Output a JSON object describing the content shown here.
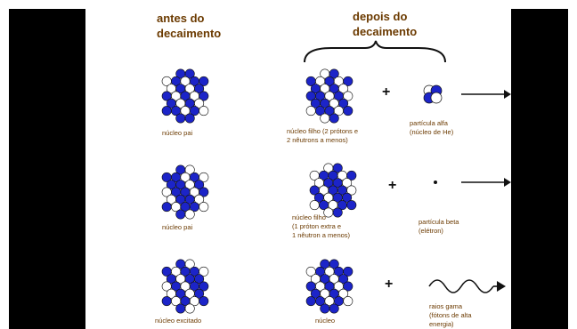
{
  "colors": {
    "proton": "#1c24c8",
    "neutron": "#ffffff",
    "outline": "#111111",
    "label": "#6b3a00",
    "letterbox": "#000000"
  },
  "headers": {
    "before": [
      "antes do",
      "decaimento"
    ],
    "after": [
      "depois do",
      "decaimento"
    ]
  },
  "rows": [
    {
      "parent_label": [
        "núcleo pai"
      ],
      "daughter_label": [
        "núcleo filho (2 prótons e",
        "2 nêutrons a menos)"
      ],
      "particle_icon": "alpha-particle-icon",
      "particle_label": [
        "partícula alfa",
        "(núcleo de He)"
      ]
    },
    {
      "parent_label": [
        "núcleo pai"
      ],
      "daughter_label": [
        "núcleo filho",
        "(1 próton extra e",
        "1 nêutron a menos)"
      ],
      "particle_icon": "electron-dot-icon",
      "particle_label": [
        "partícula beta",
        "(elétron)"
      ]
    },
    {
      "parent_label": [
        "núcleo excitado"
      ],
      "daughter_label": [
        "núcleo"
      ],
      "particle_icon": "wave-icon",
      "particle_label": [
        "raios gama",
        "(fótons de alta",
        "energia)"
      ]
    }
  ],
  "plus_sign": "+"
}
